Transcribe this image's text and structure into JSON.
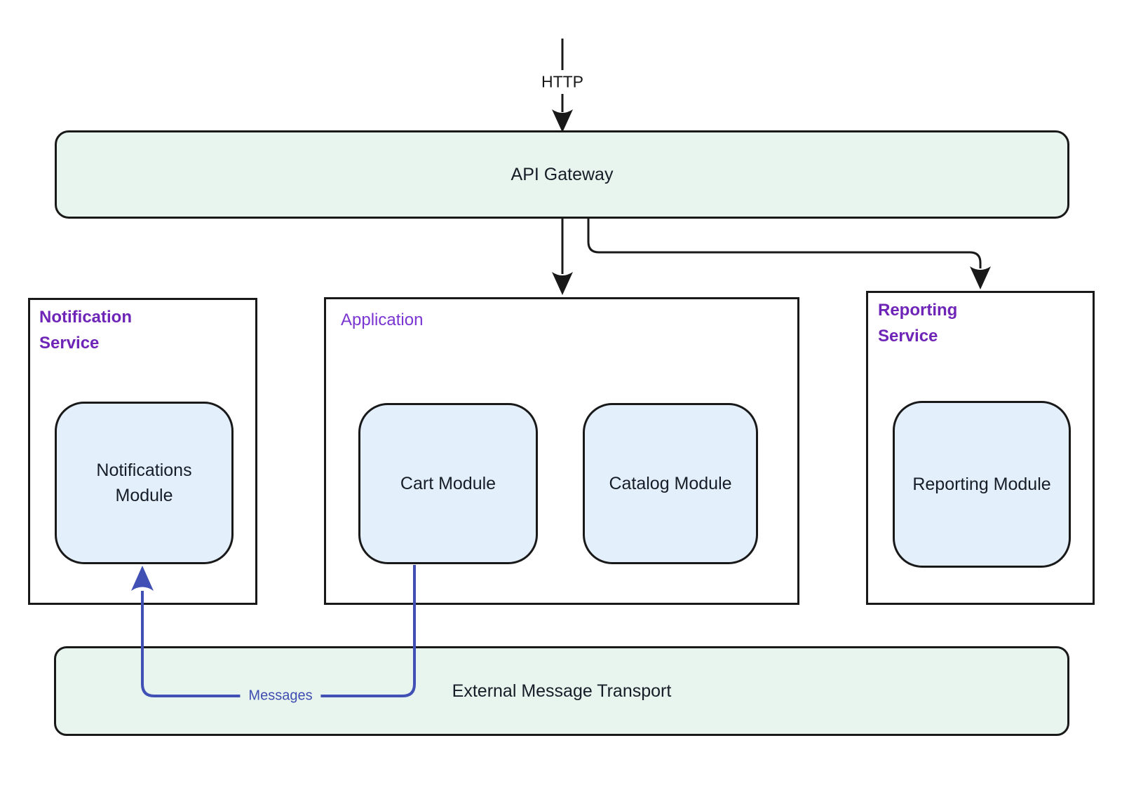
{
  "diagram": {
    "http_label": "HTTP",
    "api_gateway": "API Gateway",
    "external_transport": "External Message Transport",
    "message_arrow_label": "Messages",
    "groups": {
      "notification_service": {
        "title": "Notification Service",
        "module": "Notifications Module"
      },
      "application": {
        "title": "Application",
        "modules": [
          "Cart Module",
          "Catalog Module"
        ]
      },
      "reporting_service": {
        "title": "Reporting Service",
        "module": "Reporting Module"
      }
    },
    "colors": {
      "surface_green": "#e8f4ee",
      "surface_blue": "#e4effc",
      "outline": "#191919",
      "service_title_purple": "#6f24b8",
      "application_title_purple": "#7a35d2",
      "message_arrow_indigo": "#4150b5"
    }
  }
}
